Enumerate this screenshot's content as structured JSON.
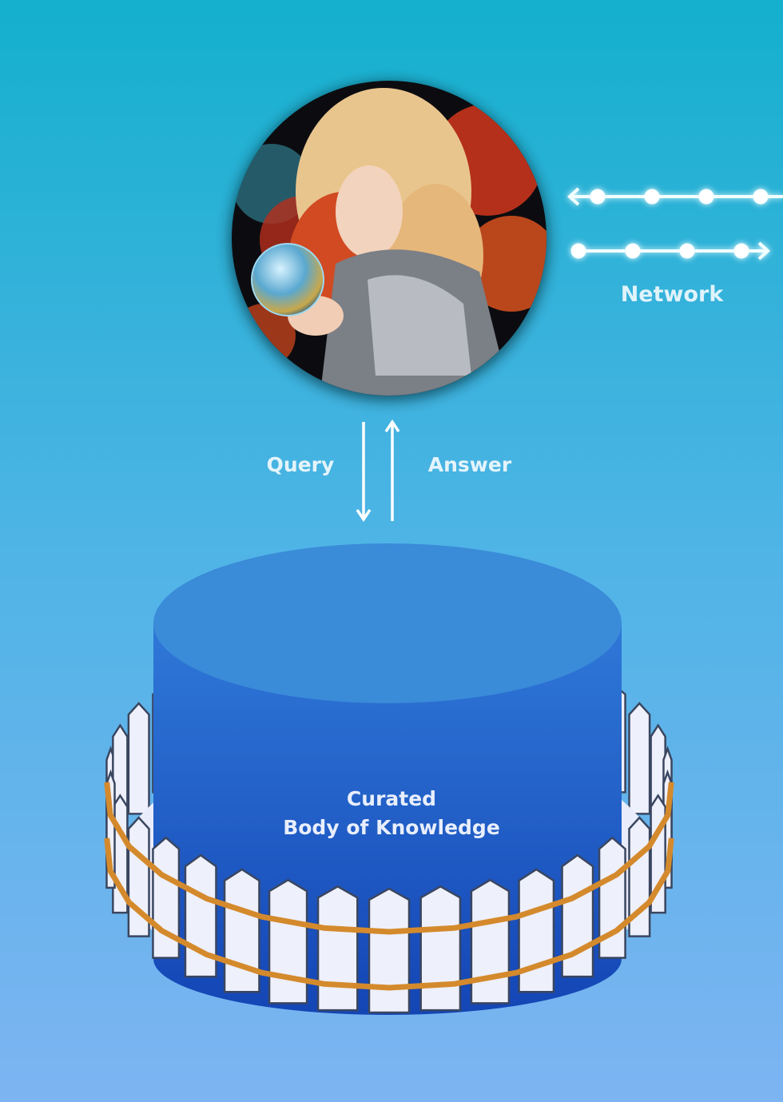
{
  "labels": {
    "network": "Network",
    "query": "Query",
    "answer": "Answer",
    "knowledge_line1": "Curated",
    "knowledge_line2": "Body of Knowledge"
  },
  "colors": {
    "bg_top": "#14b0cd",
    "bg_bottom": "#7db4f2",
    "cylinder_top": "#3a8bd8",
    "cylinder_side_top": "#2d72d6",
    "cylinder_side_bottom": "#1648b8",
    "fence": "#eef0fb",
    "rail": "#d48a2c",
    "label_text": "#dff3fb"
  },
  "icons": {
    "portrait": "ai-oracle-portrait-icon",
    "network_in": "arrow-left-icon",
    "network_out": "arrow-right-icon",
    "query": "arrow-down-icon",
    "answer": "arrow-up-icon",
    "database": "database-cylinder-icon",
    "fence": "fence-icon"
  }
}
